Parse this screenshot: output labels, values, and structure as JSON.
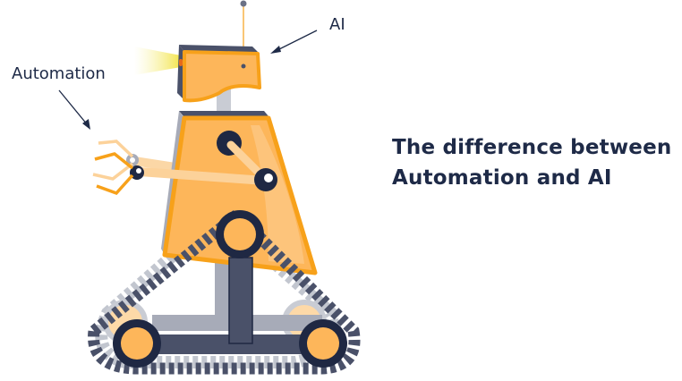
{
  "title": {
    "line1": "The difference between",
    "line2": "Automation and AI"
  },
  "labels": {
    "ai": "AI",
    "automation": "Automation"
  },
  "colors": {
    "text": "#1e2a47",
    "orange": "#f7a11a",
    "orange_light": "#fdb65a",
    "orange_pale": "#fcd29a",
    "navy": "#1f2843",
    "slate": "#4a5169",
    "gray": "#a7abb8",
    "gray_light": "#c9ccd4",
    "light_yellow": "#f5e86a"
  },
  "illustration": {
    "subject": "robot",
    "parts": [
      "antenna",
      "head",
      "headlight",
      "neck",
      "body",
      "arm",
      "claw",
      "tracks",
      "wheels"
    ]
  }
}
